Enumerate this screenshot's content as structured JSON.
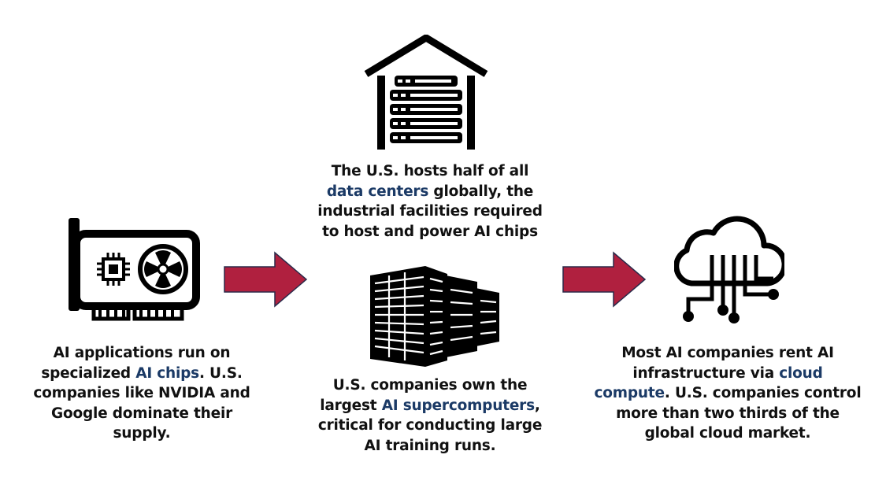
{
  "left": {
    "icon": "gpu-card-icon",
    "caption": [
      {
        "text": "AI applications run on specialized "
      },
      {
        "text": "AI chips",
        "highlight": true
      },
      {
        "text": ". U.S. companies like NVIDIA and Google dominate their supply."
      }
    ]
  },
  "top": {
    "icon": "data-center-icon",
    "caption": [
      {
        "text": "The U.S. hosts half of all "
      },
      {
        "text": "data centers",
        "highlight": true
      },
      {
        "text": " globally, the industrial facilities required to host and power AI chips"
      }
    ]
  },
  "middle": {
    "icon": "supercomputer-icon",
    "caption": [
      {
        "text": "U.S. companies own the largest "
      },
      {
        "text": "AI supercomputers",
        "highlight": true
      },
      {
        "text": ", critical for conducting large AI training runs."
      }
    ]
  },
  "right": {
    "icon": "cloud-network-icon",
    "caption": [
      {
        "text": "Most AI companies rent AI infrastructure via "
      },
      {
        "text": "cloud compute",
        "highlight": true
      },
      {
        "text": ". U.S. companies control more than two thirds of the global cloud market."
      }
    ]
  },
  "arrows": {
    "icon": "right-arrow-icon",
    "color": "#b0203f"
  },
  "highlight_color": "#1b3a66"
}
